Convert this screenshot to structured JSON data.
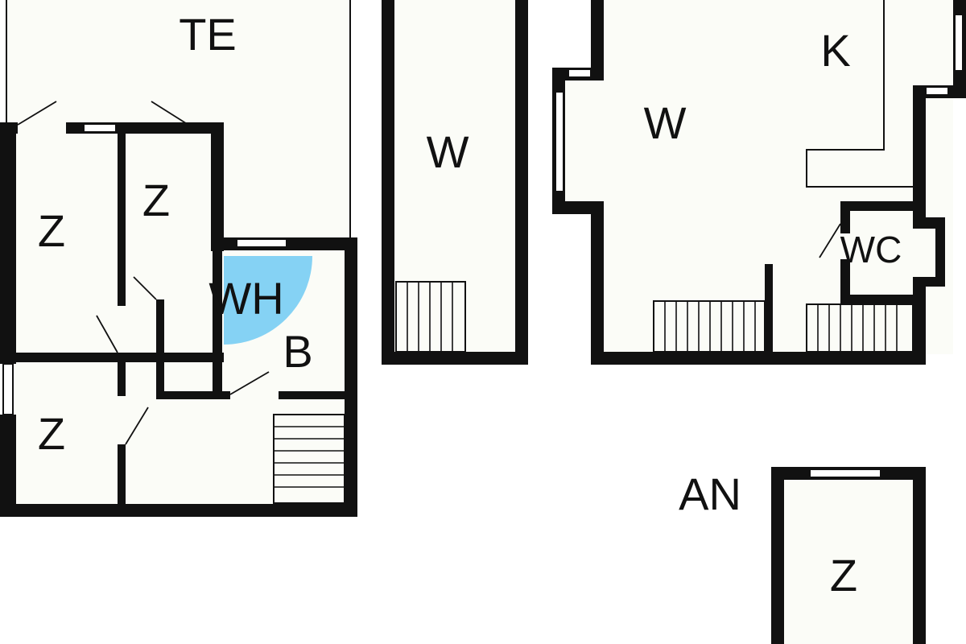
{
  "floorplan": {
    "rooms": [
      {
        "id": "terrace",
        "label": "TE"
      },
      {
        "id": "room-left-top",
        "label": "Z"
      },
      {
        "id": "room-mid-top",
        "label": "Z"
      },
      {
        "id": "wash-room",
        "label": "WH"
      },
      {
        "id": "bathroom",
        "label": "B"
      },
      {
        "id": "room-left-bottom",
        "label": "Z"
      },
      {
        "id": "living-middle",
        "label": "W"
      },
      {
        "id": "living-right",
        "label": "W"
      },
      {
        "id": "kitchen",
        "label": "K"
      },
      {
        "id": "toilet",
        "label": "WC"
      },
      {
        "id": "annex-room",
        "label": "Z"
      }
    ],
    "annex_label": "AN",
    "colors": {
      "wall": "#111111",
      "floor": "#fbfcf7",
      "shower": "#85d2f4",
      "background": "#ffffff"
    }
  }
}
